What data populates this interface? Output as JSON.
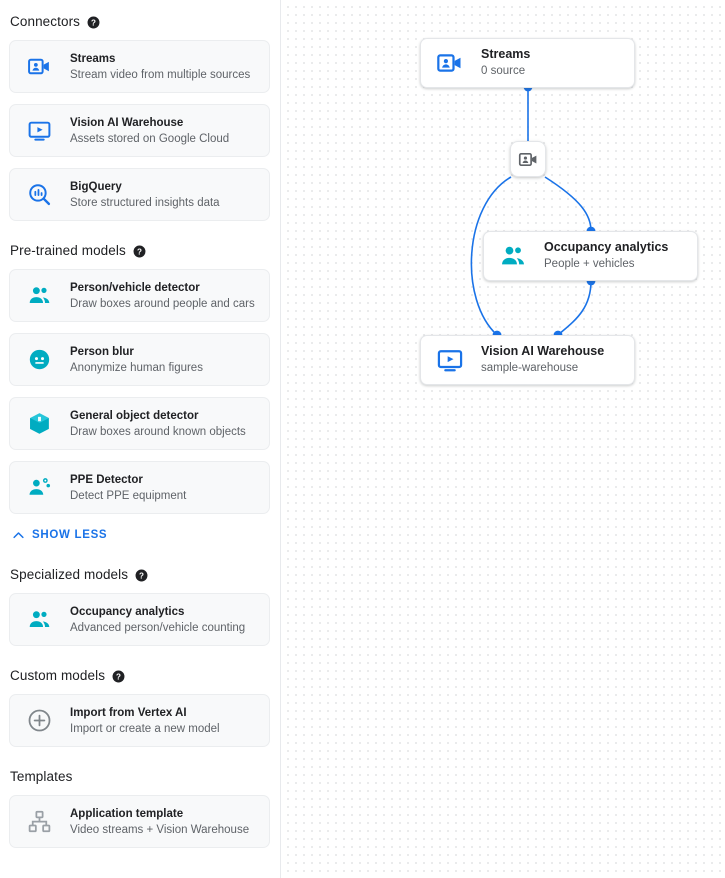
{
  "sidebar": {
    "sections": [
      {
        "title": "Connectors",
        "has_help": true,
        "items": [
          {
            "title": "Streams",
            "subtitle": "Stream video from multiple sources",
            "icon": "video-camera-person-icon",
            "color": "#1a73e8"
          },
          {
            "title": "Vision AI Warehouse",
            "subtitle": "Assets stored on Google Cloud",
            "icon": "monitor-play-icon",
            "color": "#1a73e8"
          },
          {
            "title": "BigQuery",
            "subtitle": "Store structured insights data",
            "icon": "magnifier-barchart-icon",
            "color": "#1a73e8"
          }
        ]
      },
      {
        "title": "Pre-trained models",
        "has_help": true,
        "items": [
          {
            "title": "Person/vehicle detector",
            "subtitle": "Draw boxes around people and cars",
            "icon": "people-icon",
            "color": "#00acc1"
          },
          {
            "title": "Person blur",
            "subtitle": "Anonymize human figures",
            "icon": "face-blur-icon",
            "color": "#00acc1"
          },
          {
            "title": "General object detector",
            "subtitle": "Draw boxes around known objects",
            "icon": "cube-box-icon",
            "color": "#00acc1"
          },
          {
            "title": "PPE Detector",
            "subtitle": "Detect PPE equipment",
            "icon": "person-gear-icon",
            "color": "#00acc1"
          }
        ]
      },
      {
        "title": "Specialized models",
        "has_help": true,
        "items": [
          {
            "title": "Occupancy analytics",
            "subtitle": "Advanced person/vehicle counting",
            "icon": "people-icon",
            "color": "#00acc1"
          }
        ]
      },
      {
        "title": "Custom models",
        "has_help": true,
        "items": [
          {
            "title": "Import from Vertex AI",
            "subtitle": "Import or create a new model",
            "icon": "plus-circle-icon",
            "color": "#80868b"
          }
        ]
      },
      {
        "title": "Templates",
        "has_help": false,
        "items": [
          {
            "title": "Application template",
            "subtitle": "Video streams + Vision Warehouse",
            "icon": "hierarchy-icon",
            "color": "#9aa0a6"
          }
        ]
      }
    ],
    "show_less": {
      "label": "SHOW LESS",
      "icon": "chevron-up-icon"
    }
  },
  "canvas": {
    "nodes": [
      {
        "title": "Streams",
        "subtitle": "0 source",
        "icon": "video-camera-person-icon",
        "color": "#1a73e8"
      },
      {
        "title": "Occupancy analytics",
        "subtitle": "People + vehicles",
        "icon": "people-icon",
        "color": "#00acc1"
      },
      {
        "title": "Vision AI Warehouse",
        "subtitle": "sample-warehouse",
        "icon": "monitor-play-icon",
        "color": "#1a73e8"
      }
    ],
    "badge": {
      "icon": "video-camera-person-icon",
      "color": "#5f6368"
    },
    "edge_color": "#1a73e8"
  },
  "colors": {
    "accent_blue": "#1a73e8",
    "accent_teal": "#00acc1",
    "text_primary": "#202124",
    "text_secondary": "#5f6368",
    "card_bg": "#f8f9fa",
    "canvas_dot": "#e3e4e6"
  }
}
